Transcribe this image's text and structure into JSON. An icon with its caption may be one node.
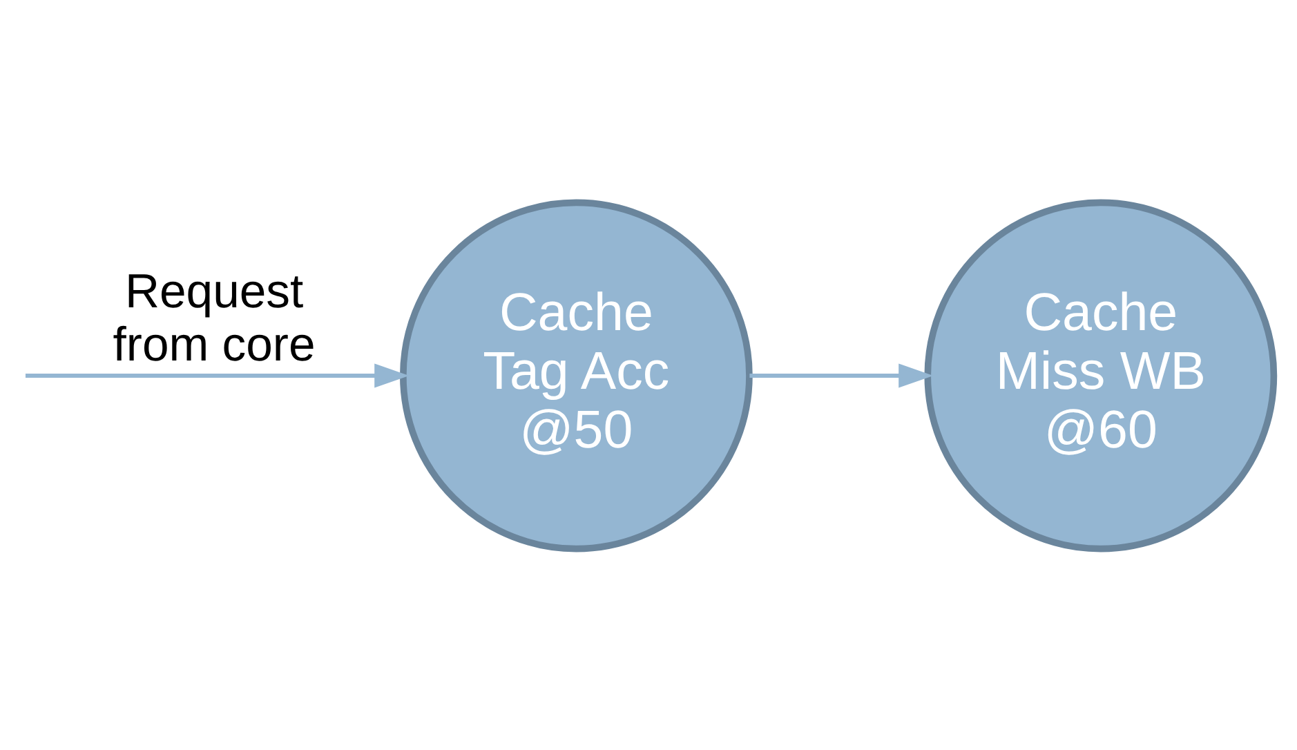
{
  "diagram": {
    "nodes": [
      {
        "text": [
          "Cache Tag Acc @50"
        ]
      },
      {
        "text": [
          "Cache Miss WB @60"
        ]
      }
    ],
    "edges": [
      {
        "from": null,
        "to": 0,
        "arrow": "to",
        "label": "Request from core"
      },
      {
        "from": 0,
        "to": 1,
        "arrow": "to"
      }
    ]
  }
}
